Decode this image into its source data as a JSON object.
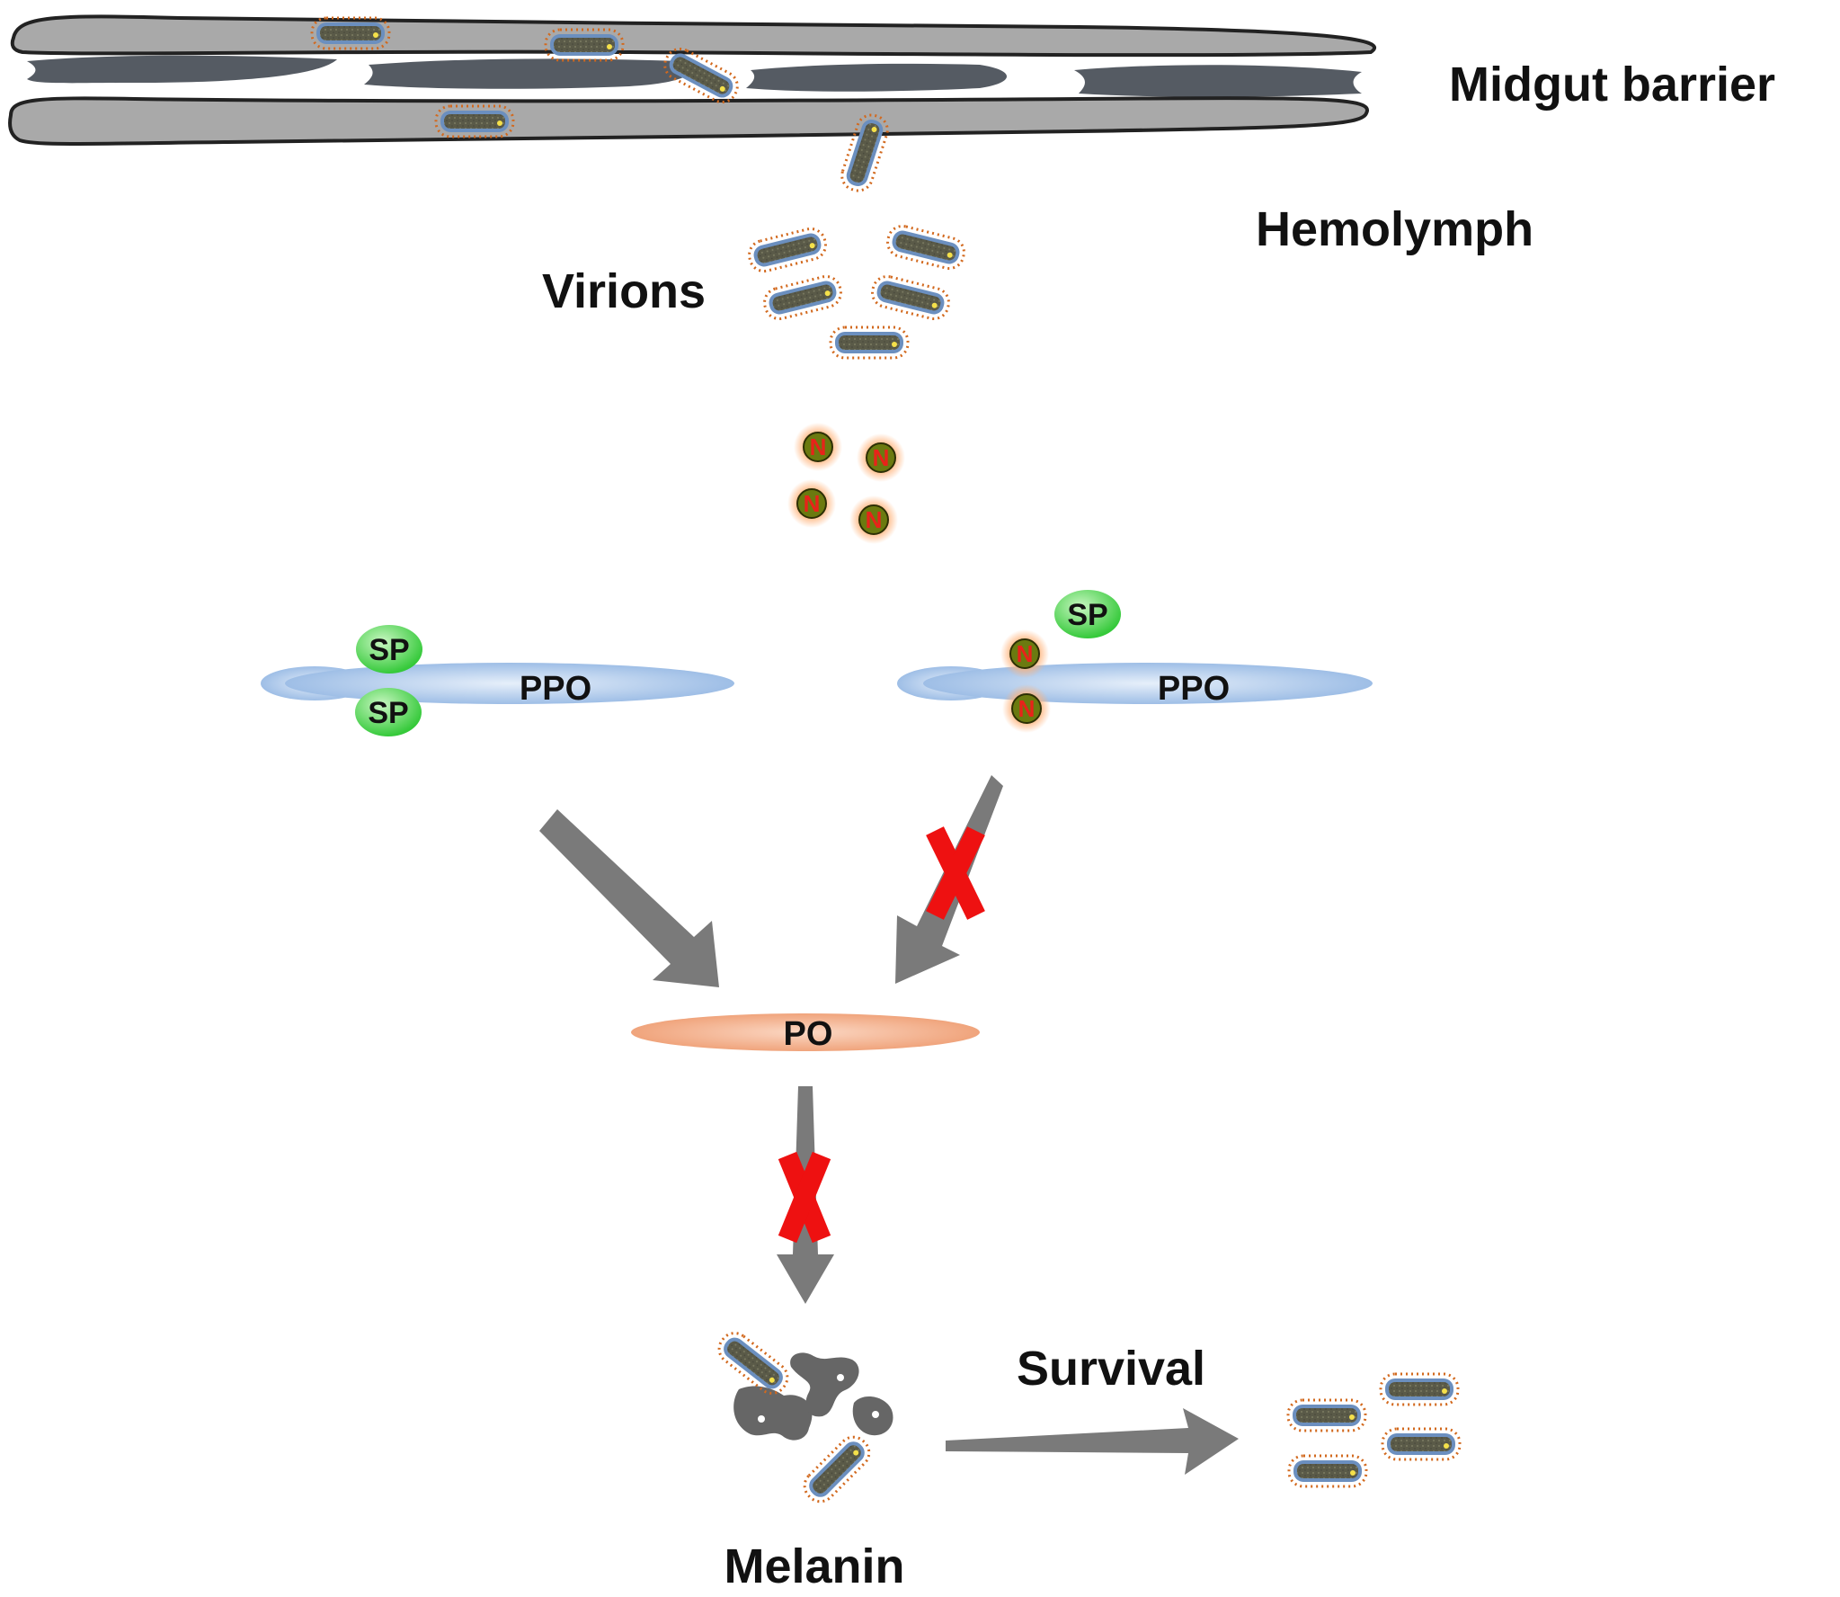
{
  "labels": {
    "midgut_barrier": "Midgut barrier",
    "hemolymph": "Hemolymph",
    "virions": "Virions",
    "ppo": "PPO",
    "sp": "SP",
    "n": "N",
    "po": "PO",
    "survival": "Survival",
    "melanin": "Melanin"
  },
  "colors": {
    "cell": "#a9a9a9",
    "cell_dark": "#555b63",
    "virion_core": "#5c5c4c",
    "virion_membrane": "#6b8fbf",
    "virion_dots": "#d2691e",
    "sp": "#3ecf3e",
    "ppo": "#a9c6ea",
    "po": "#f0a47c",
    "n_particle": "#6b7a10",
    "arrow": "#7a7a7a",
    "block_x": "#ee1111"
  },
  "icons": [
    "virion-icon",
    "nucleocapsid-n-icon",
    "serine-protease-icon",
    "block-x-icon",
    "melanin-icon"
  ]
}
